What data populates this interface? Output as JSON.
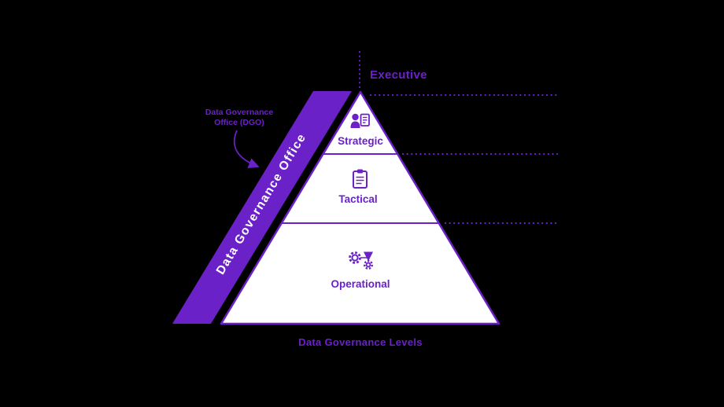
{
  "colors": {
    "background": "#000000",
    "purple": "#6B21C8",
    "pyramid_fill": "#FFFFFF",
    "band_text": "#FFFFFF"
  },
  "diagram": {
    "executive_label": "Executive",
    "band_label": "Data Governance Office",
    "annotation": {
      "line1": "Data Governance",
      "line2": "Office (DGO)"
    },
    "levels": [
      {
        "label": "Strategic",
        "icon": "person-checklist-icon"
      },
      {
        "label": "Tactical",
        "icon": "clipboard-icon"
      },
      {
        "label": "Operational",
        "icon": "process-gears-icon"
      }
    ],
    "caption": "Data Governance Levels"
  }
}
